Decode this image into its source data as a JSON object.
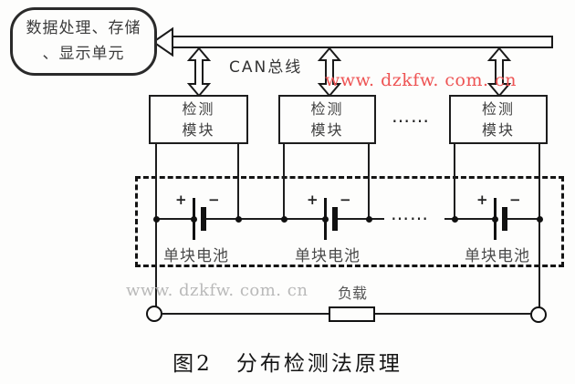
{
  "figure": {
    "processing_unit": {
      "line1": "数据处理、存储",
      "line2": "、显示单元"
    },
    "bus": {
      "label": "CAN总线"
    },
    "watermarks": {
      "top": "www. dzkfw. com. cn",
      "bottom": "www. dzkfw. com. cn"
    },
    "modules": [
      {
        "line1": "检测",
        "line2": "模块"
      },
      {
        "line1": "检测",
        "line2": "模块"
      },
      {
        "line1": "检测",
        "line2": "模块"
      }
    ],
    "module_ellipsis": "……",
    "string_ellipsis": "……",
    "batteries": [
      {
        "plus": "+",
        "minus": "−",
        "label": "单块电池"
      },
      {
        "plus": "+",
        "minus": "−",
        "label": "单块电池"
      },
      {
        "plus": "+",
        "minus": "−",
        "label": "单块电池"
      }
    ],
    "load": {
      "label": "负载"
    },
    "caption": {
      "prefix": "图2",
      "title": "分布检测法原理"
    }
  },
  "colors": {
    "line": "#1d1d1d",
    "watermark_top": "#ee5454",
    "watermark_bottom": "#b9b9b9"
  }
}
